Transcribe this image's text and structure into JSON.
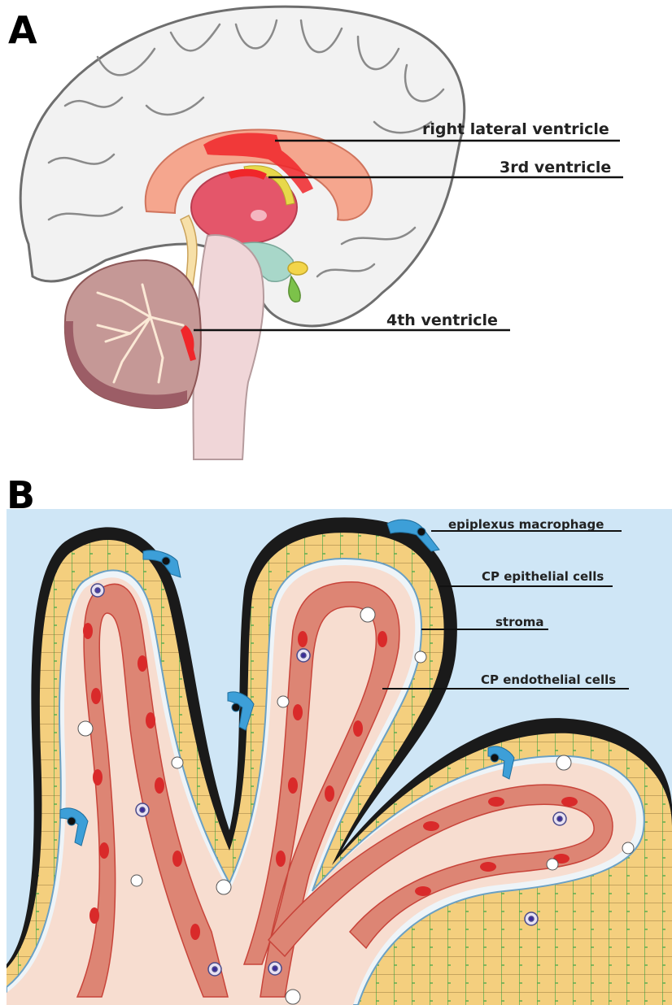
{
  "panels": {
    "a": {
      "letter": "A",
      "labels": {
        "right_lateral_ventricle": "right lateral ventricle",
        "third_ventricle": "3rd ventricle",
        "fourth_ventricle": "4th ventricle"
      }
    },
    "b": {
      "letter": "B",
      "labels": {
        "epiplexus_macrophage": "epiplexus macrophage",
        "cp_epithelial_cells": "CP epithelial cells",
        "stroma": "stroma",
        "cp_endothelial_cells": "CP endothelial cells"
      }
    }
  },
  "colors": {
    "ventricle_highlight": "#f0262a",
    "cerebrospinal_fluid_background": "#cfe6f6",
    "epithelium": "#f4cf7e",
    "stroma": "#f7ddd0",
    "vessel": "#dd8574",
    "red_blood_cell": "#d92a2a",
    "macrophage": "#3d9fd8",
    "brain_cortex": "#f2f2f2",
    "cerebellum": "#b8807a"
  }
}
